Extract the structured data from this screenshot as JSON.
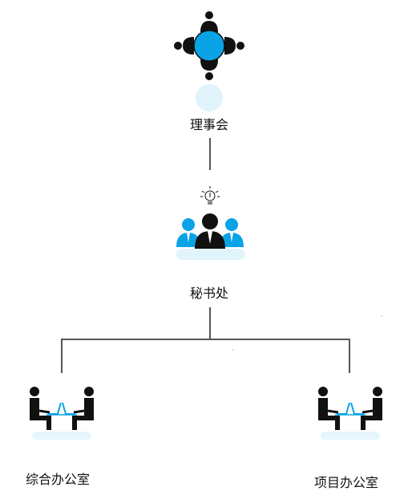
{
  "nodes": {
    "board": {
      "label": "理事会",
      "icon": "meeting-table-icon"
    },
    "secretariat": {
      "label": "秘书处",
      "icon": "team-idea-icon"
    },
    "general_office": {
      "label": "综合办公室",
      "icon": "desk-meeting-icon"
    },
    "project_office": {
      "label": "项目办公室",
      "icon": "desk-meeting-icon"
    }
  },
  "colors": {
    "accent": "#0aa3e6",
    "ink": "#111111",
    "connector": "#555555"
  }
}
